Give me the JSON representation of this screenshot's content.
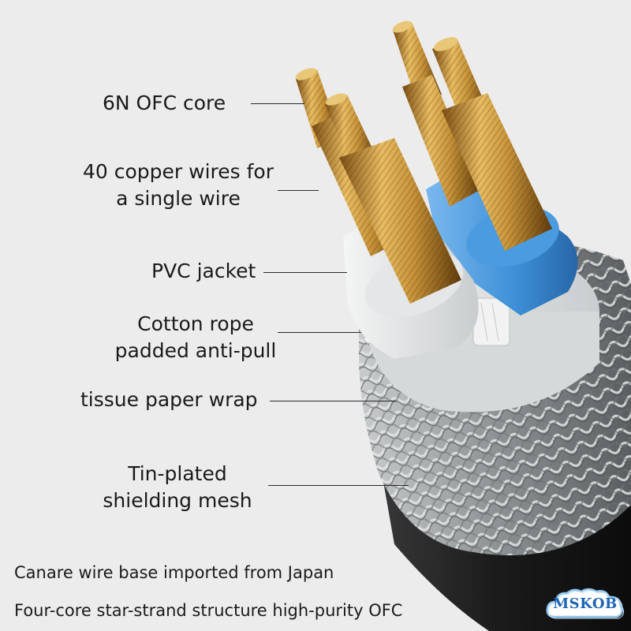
{
  "labels": {
    "core": "6N OFC core",
    "wires_line1": "40 copper wires for",
    "wires_line2": "a single wire",
    "pvc": "PVC jacket",
    "cotton_line1": "Cotton rope",
    "cotton_line2": "padded anti-pull",
    "tissue": "tissue paper wrap",
    "tin_line1": "Tin-plated",
    "tin_line2": "shielding mesh"
  },
  "footer": {
    "line1": "Canare wire base imported from Japan",
    "line2": "Four-core star-strand structure high-purity OFC"
  },
  "logo": {
    "text": "MSKOB"
  },
  "colors": {
    "background": "#ececec",
    "copper": "#c8943a",
    "insulation_blue": "#3d8fd6",
    "insulation_white": "#e8eaea",
    "braid": "#9a9ea0",
    "outer_jacket": "#1c1c1c",
    "logo_blue": "#1f66b4"
  }
}
